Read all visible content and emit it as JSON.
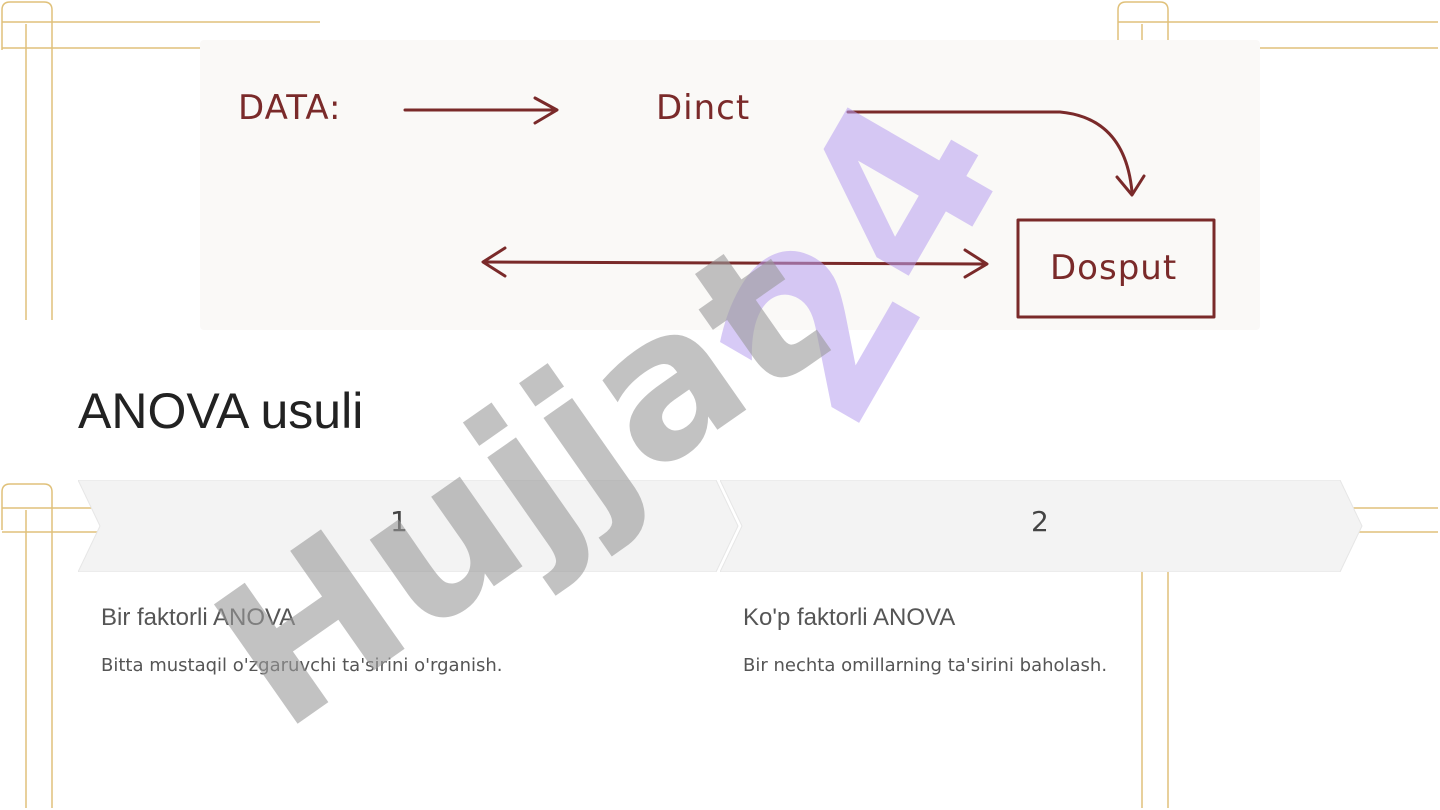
{
  "diagram": {
    "node_data": "DATA:",
    "node_dinct": "Dinct",
    "node_dosput": "Dosput"
  },
  "title": "ANOVA usuli",
  "steps": [
    {
      "number": "1",
      "heading": "Bir faktorli ANOVA",
      "description": "Bitta mustaqil o'zgaruvchi ta'sirini o'rganish."
    },
    {
      "number": "2",
      "heading": "Ko'p faktorli ANOVA",
      "description": "Bir nechta omillarning ta'sirini baholash."
    }
  ],
  "watermark": {
    "line1": "Hujjat",
    "line2": "24"
  },
  "colors": {
    "sketch_ink": "#7a2a2a",
    "gold_frame": "#d4a84a",
    "watermark_grey": "#9a9a9a",
    "watermark_purple": "#b8a0f0"
  }
}
